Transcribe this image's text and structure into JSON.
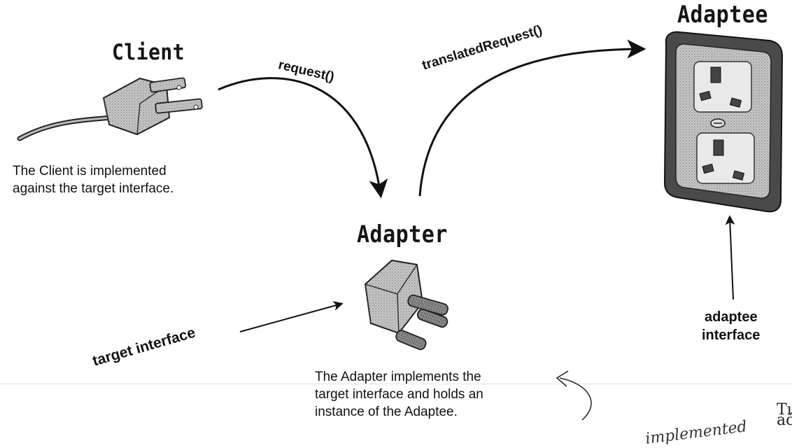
{
  "participants": {
    "client": {
      "title": "Client",
      "description": [
        "The Client is implemented",
        "against the target interface."
      ]
    },
    "adapter": {
      "title": "Adapter",
      "description": [
        "The Adapter implements the",
        "target interface and holds an",
        "instance of the Adaptee."
      ]
    },
    "adaptee": {
      "title": "Adaptee"
    }
  },
  "calls": {
    "request": "request()",
    "translated_request": "translatedRequest()"
  },
  "interfaces": {
    "target": "target interface",
    "adaptee": [
      "adaptee",
      "interface"
    ]
  },
  "edge_fragments": {
    "right_top": "Tı",
    "right_bottom": "ać",
    "handwriting": "implemented"
  },
  "icons": {
    "client": "us-plug-icon",
    "adapter": "plug-adapter-icon",
    "adaptee": "uk-wall-socket-icon"
  },
  "colors": {
    "ink": "#111111",
    "socket_body": "#b9b9b9",
    "socket_frame": "#4a4a4a"
  }
}
